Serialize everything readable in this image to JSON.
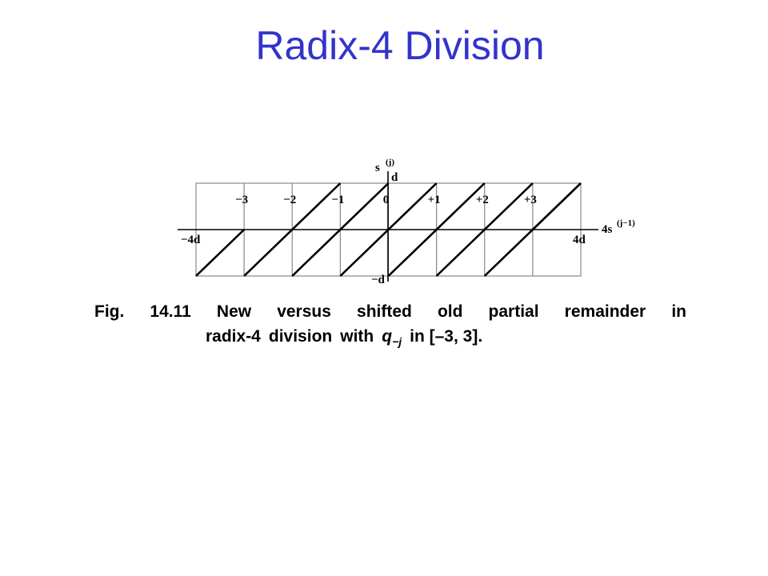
{
  "title": "Radix-4 Division",
  "diagram": {
    "y_axis_label": "s",
    "y_axis_superscript": "(j)",
    "x_axis_label": "4s",
    "x_axis_superscript": "(j−1)",
    "y_top_label": "d",
    "y_bottom_label": "−d",
    "x_left_label": "−4d",
    "x_right_label": "4d",
    "quotient_digit_labels": [
      "−3",
      "−2",
      "−1",
      "0",
      "+1",
      "+2",
      "+3"
    ]
  },
  "caption": {
    "line1_words": [
      "Fig.",
      "14.11",
      "New",
      "versus",
      "shifted",
      "old",
      "partial",
      "remainder",
      "in"
    ],
    "line2_prefix_words": [
      "radix-4",
      "division",
      "with"
    ],
    "variable": "q",
    "variable_subscript": "−j",
    "line2_suffix": "in [–3, 3]."
  }
}
